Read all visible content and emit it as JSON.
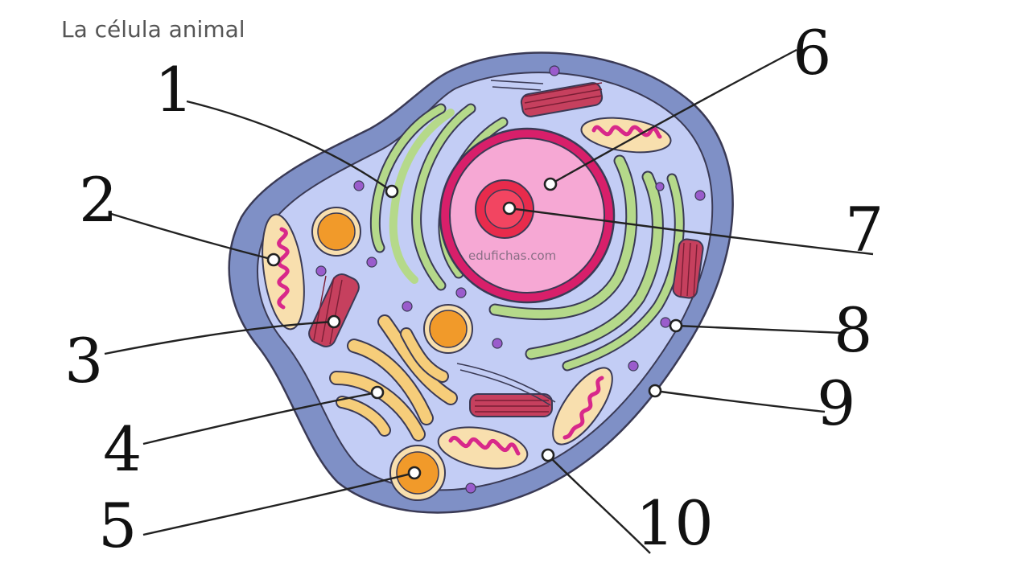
{
  "title": "La célula animal",
  "watermark": "edufichas.com",
  "labels": [
    "1",
    "2",
    "3",
    "4",
    "5",
    "6",
    "7",
    "8",
    "9",
    "10"
  ],
  "colors": {
    "membrane": "#7f90c6",
    "cytoplasm": "#c3cdf5",
    "er": "#b5d98a",
    "golgi": "#f6cd7a",
    "nucleus": "#f6a8d4",
    "nuclear_envelope": "#d81f6a",
    "nucleolus": "#e82b4c",
    "mitochondria_outer": "#f8dfae",
    "mitochondria_inner": "#d8288a",
    "centriole": "#c6405e",
    "lysosome": "#f19a2a",
    "vesicle": "#9a5ccc"
  }
}
